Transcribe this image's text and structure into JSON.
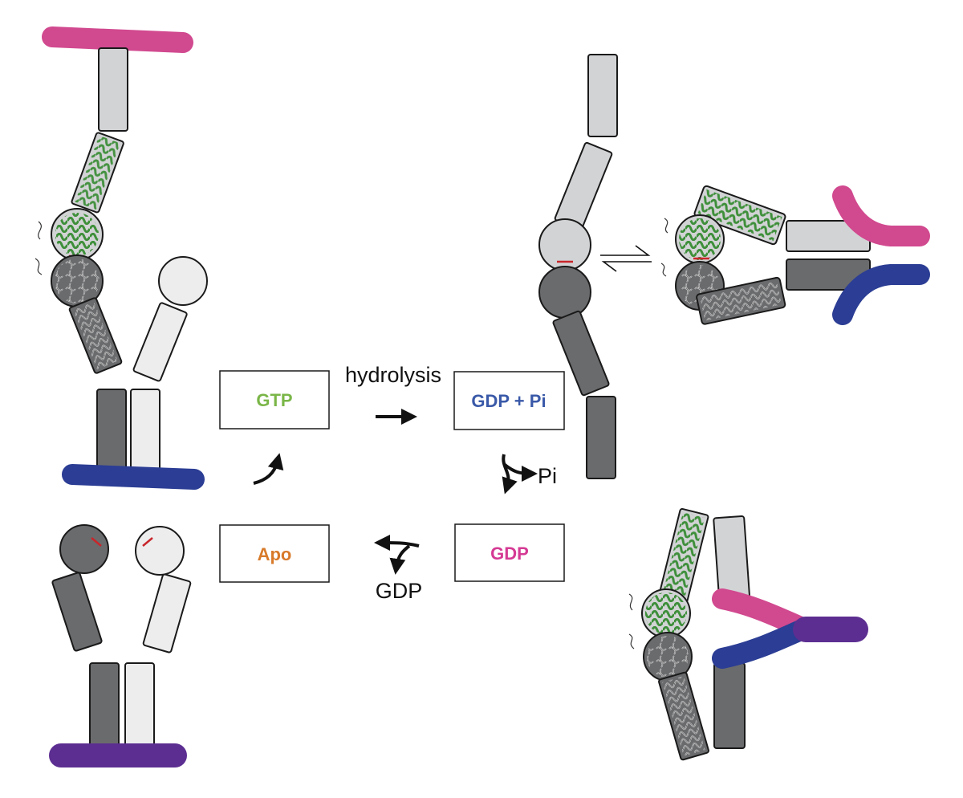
{
  "states": {
    "gtp": {
      "label": "GTP",
      "color": "#7ab648"
    },
    "gdp_pi": {
      "label": "GDP + Pi",
      "color": "#3a59a8"
    },
    "gdp": {
      "label": "GDP",
      "color": "#d53a94"
    },
    "apo": {
      "label": "Apo",
      "color": "#d87a2a"
    }
  },
  "transitions": {
    "hydrolysis": "hydrolysis",
    "pi_release": "Pi",
    "gdp_release": "GDP"
  },
  "colors": {
    "light_domain": "#d2d3d5",
    "lighter_domain": "#ededee",
    "dark_domain": "#6a6b6d",
    "outline": "#1a1a1a",
    "membrane_magenta": "#d1498f",
    "membrane_blue": "#2b3d94",
    "membrane_purple": "#5c2e91",
    "helix_green": "#3e8f3a",
    "nucleotide_red": "#c8262b",
    "arrow": "#111111"
  }
}
